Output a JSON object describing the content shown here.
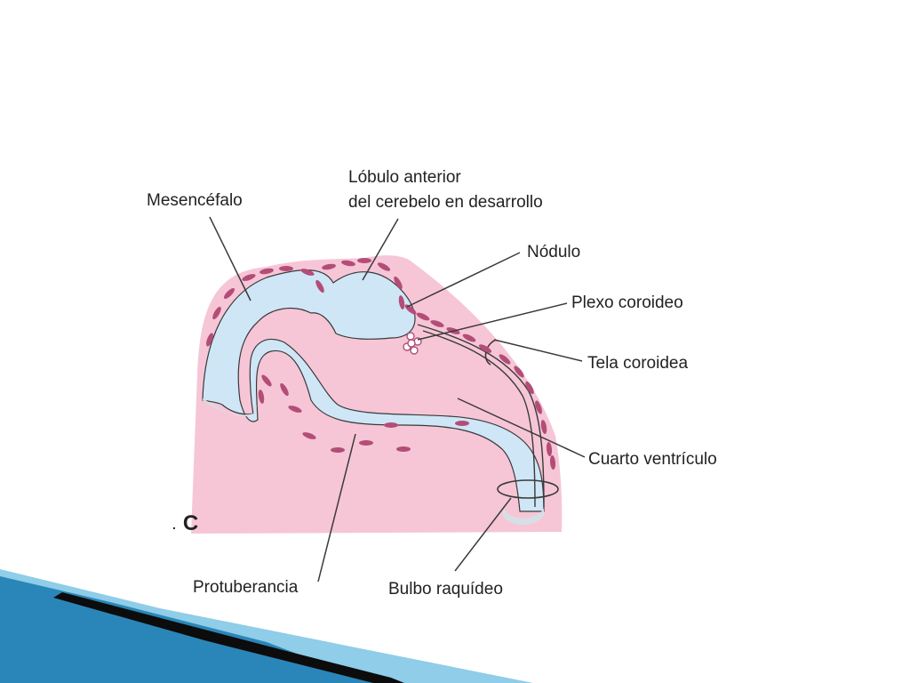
{
  "colors": {
    "tissue": "#f6c6d6",
    "lumen": "#cfe6f6",
    "lumen_floor": "#d7dee6",
    "cells": "#b34d78",
    "outline": "#3a3a3a",
    "banner_dark": "#0c0c0c",
    "banner_blue": "#2a86b8",
    "banner_light": "#8fcde8"
  },
  "diagram": {
    "panel_letter": "C",
    "labels": {
      "mesencefalo": "Mesencéfalo",
      "lobulo_line1": "Lóbulo anterior",
      "lobulo_line2": "del cerebelo en desarrollo",
      "nodulo": "Nódulo",
      "plexo": "Plexo coroideo",
      "tela": "Tela coroidea",
      "cuarto": "Cuarto ventrículo",
      "protuberancia": "Protuberancia",
      "bulbo": "Bulbo raquídeo"
    }
  }
}
